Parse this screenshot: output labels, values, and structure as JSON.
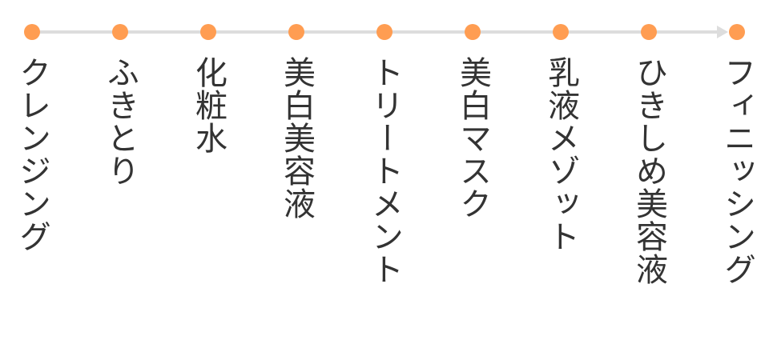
{
  "colors": {
    "accent": "#ff9d52",
    "track": "#dddddd",
    "text": "#333333"
  },
  "steps": [
    {
      "label": "クレンジング"
    },
    {
      "label": "ふきとり"
    },
    {
      "label": "化粧水"
    },
    {
      "label": "美白美容液"
    },
    {
      "label": "トリートメント"
    },
    {
      "label": "美白マスク"
    },
    {
      "label": "乳液メゾット"
    },
    {
      "label": "ひきしめ美容液"
    },
    {
      "label": "フィニッシング"
    }
  ]
}
